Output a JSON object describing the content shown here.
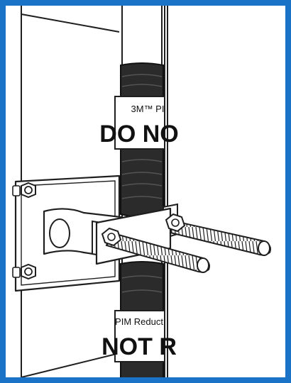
{
  "colors": {
    "frame_border": "#1a73c6",
    "wrap": "#2b2b2b",
    "line": "#1f1f1f",
    "label_bg": "#ffffff"
  },
  "labels": {
    "top": {
      "line1": "3M™ PI",
      "line2": "DO NO"
    },
    "bottom": {
      "line1": "PIM Reduct",
      "line2": "NOT R"
    }
  }
}
